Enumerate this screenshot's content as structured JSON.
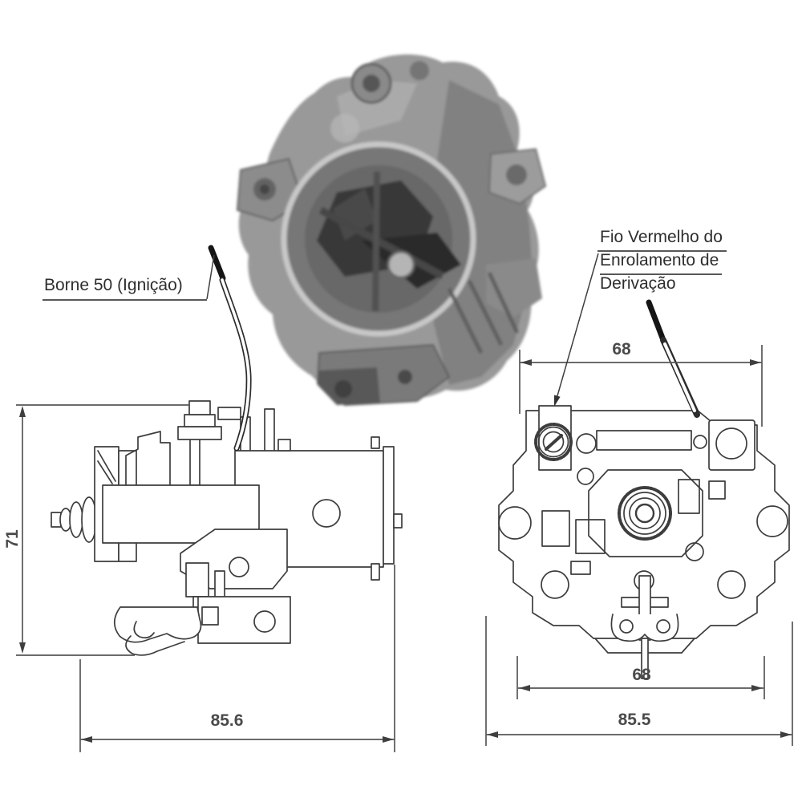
{
  "page": {
    "background": "#ffffff",
    "description": "Technical specification drawing of an automotive starter solenoid: grayscale photo (top), side orthographic view (bottom left), front orthographic view (bottom right), with millimetre dimensions and wire callouts in Portuguese"
  },
  "photo": {
    "alt": "grayscale-photo-of-starter-solenoid"
  },
  "callouts": {
    "borne50": {
      "text": "Borne 50 (Ignição)"
    },
    "fio": {
      "line1": "Fio Vermelho do",
      "line2": "Enrolamento de",
      "line3": "Derivação"
    }
  },
  "dimensions": {
    "side_view": {
      "height": "71",
      "width": "85.6"
    },
    "front_view": {
      "width_top": "68",
      "width_bottom": "68",
      "width_overall": "85.5"
    }
  },
  "colors": {
    "outline": "#3d3d3d",
    "dimension_line": "#565656",
    "text": "#2e2e2e",
    "dim_text": "#4a4a4a",
    "photo_gray": "#8f8f8f",
    "background": "#ffffff"
  }
}
